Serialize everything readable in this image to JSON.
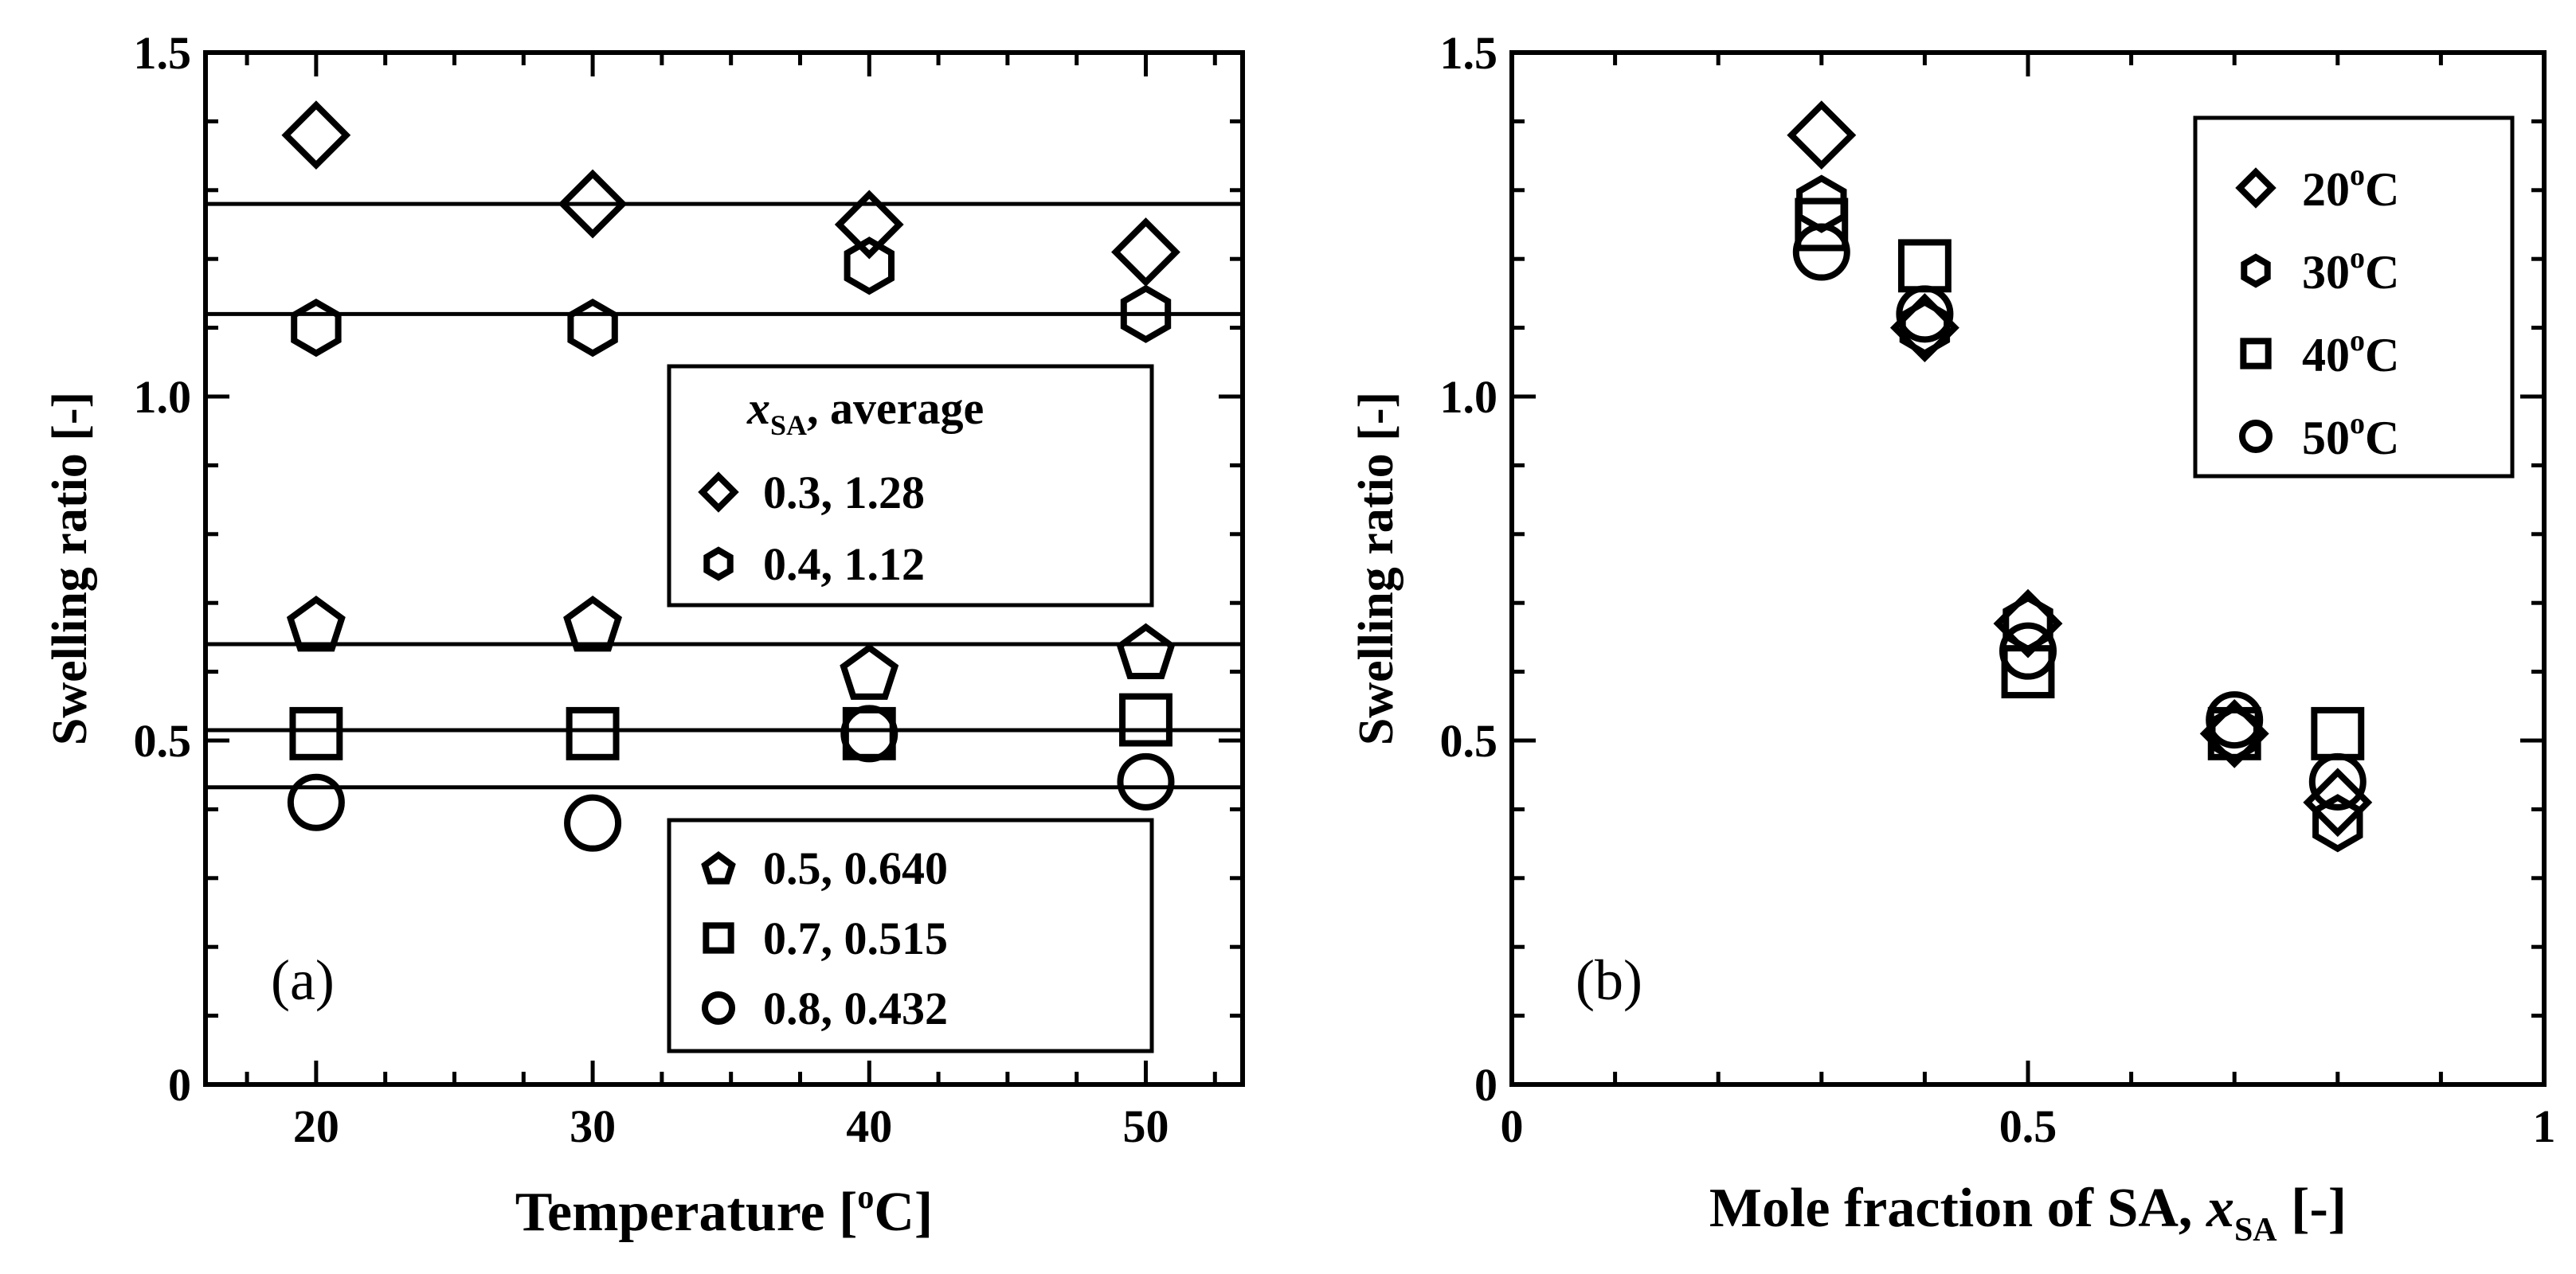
{
  "chart_data": [
    {
      "panel_label": "(a)",
      "type": "scatter",
      "xlabel": "Temperature [",
      "xlabel_sup": "o",
      "xlabel_end": "C]",
      "ylabel": "Swelling ratio [-]",
      "xlim": [
        16,
        53.5
      ],
      "ylim": [
        0,
        1.5
      ],
      "xticks": [
        20,
        30,
        40,
        50
      ],
      "xtick_labels": [
        "20",
        "30",
        "40",
        "50"
      ],
      "yticks": [
        0,
        0.5,
        1.0,
        1.5
      ],
      "ytick_labels": [
        "0",
        "0.5",
        "1.0",
        "1.5"
      ],
      "legend_title_var": "x",
      "legend_title_sub": "SA",
      "legend_title_rest": ", average",
      "series": [
        {
          "name": "0.3, 1.28",
          "marker": "diamond",
          "x": [
            20,
            30,
            40,
            50
          ],
          "y": [
            1.38,
            1.28,
            1.25,
            1.21
          ],
          "average": 1.28
        },
        {
          "name": "0.4, 1.12",
          "marker": "hexagon",
          "x": [
            20,
            30,
            40,
            50
          ],
          "y": [
            1.1,
            1.1,
            1.19,
            1.12
          ],
          "average": 1.12
        },
        {
          "name": "0.5, 0.640",
          "marker": "pentagon",
          "x": [
            20,
            30,
            40,
            50
          ],
          "y": [
            0.67,
            0.67,
            0.6,
            0.63
          ],
          "average": 0.64
        },
        {
          "name": "0.7, 0.515",
          "marker": "square",
          "x": [
            20,
            30,
            40,
            50
          ],
          "y": [
            0.51,
            0.51,
            0.51,
            0.53
          ],
          "average": 0.515
        },
        {
          "name": "0.8, 0.432",
          "marker": "circle",
          "x": [
            20,
            30,
            40,
            50
          ],
          "y": [
            0.41,
            0.38,
            0.51,
            0.44
          ],
          "average": 0.432
        }
      ]
    },
    {
      "panel_label": "(b)",
      "type": "scatter",
      "xlabel": "Mole fraction of SA, ",
      "xlabel_var": "x",
      "xlabel_sub": "SA",
      "xlabel_end": " [-]",
      "ylabel": "Swelling ratio [-]",
      "xlim": [
        0,
        1
      ],
      "ylim": [
        0,
        1.5
      ],
      "xticks": [
        0,
        0.5,
        1
      ],
      "xtick_labels": [
        "0",
        "0.5",
        "1"
      ],
      "yticks": [
        0,
        0.5,
        1.0,
        1.5
      ],
      "ytick_labels": [
        "0",
        "0.5",
        "1.0",
        "1.5"
      ],
      "series": [
        {
          "name": "20",
          "name_sup": "o",
          "name_end": "C",
          "marker": "diamond",
          "x": [
            0.3,
            0.4,
            0.5,
            0.7,
            0.8
          ],
          "y": [
            1.38,
            1.1,
            0.67,
            0.51,
            0.41
          ]
        },
        {
          "name": "30",
          "name_sup": "o",
          "name_end": "C",
          "marker": "hexagon",
          "x": [
            0.3,
            0.4,
            0.5,
            0.7,
            0.8
          ],
          "y": [
            1.28,
            1.1,
            0.67,
            0.51,
            0.38
          ]
        },
        {
          "name": "40",
          "name_sup": "o",
          "name_end": "C",
          "marker": "square",
          "x": [
            0.3,
            0.4,
            0.5,
            0.7,
            0.8
          ],
          "y": [
            1.25,
            1.19,
            0.6,
            0.51,
            0.51
          ]
        },
        {
          "name": "50",
          "name_sup": "o",
          "name_end": "C",
          "marker": "circle",
          "x": [
            0.3,
            0.4,
            0.5,
            0.7,
            0.8
          ],
          "y": [
            1.21,
            1.12,
            0.63,
            0.53,
            0.44
          ]
        }
      ]
    }
  ]
}
